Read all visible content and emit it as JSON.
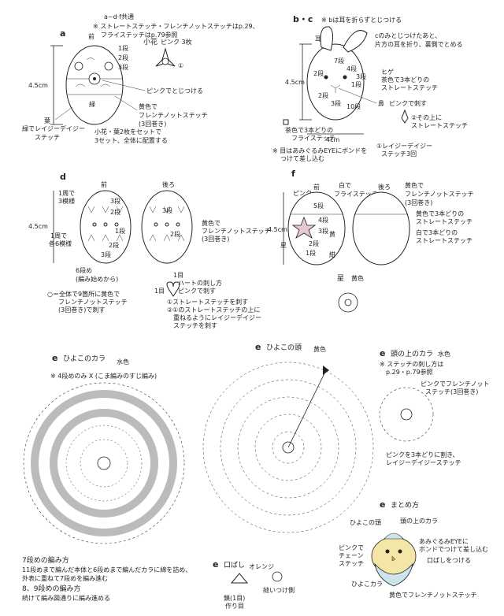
{
  "common": {
    "range": "a~d·f共通",
    "note1": "※ ストレートステッチ・フレンチノットステッチはp.29、",
    "note2": "フライステッチはp.79参照"
  },
  "a": {
    "letter": "a",
    "front": "前",
    "row1": "1段",
    "row2": "2段",
    "row3": "3段",
    "height": "4.5cm",
    "green": "緑",
    "leaf": "葉",
    "lazy": "緑でレイジーデイジー",
    "stitch": "ステッチ",
    "flower_title": "小花",
    "flower_color": "ピンク 3枚",
    "pin": "ピンクでとじつける",
    "french1": "黄色で",
    "french2": "フレンチノットステッチ",
    "french3": "(3回巻き)",
    "set1": "小花・葉2枚をセットで",
    "set2": "3セット、全体に配置する",
    "num1": "①"
  },
  "bc": {
    "letter": "b・c",
    "ear_note": "※ bは耳を折らずとじつける",
    "ear": "耳",
    "note_c1": "cのみとじつけたあと、",
    "note_c2": "片方の耳を折り、裏側でとめる",
    "height": "4.5cm",
    "width": "4cm",
    "row7": "7段",
    "row4": "4段",
    "row3": "3段",
    "row2": "2段",
    "row1": "1段",
    "row2b": "2段",
    "row3b": "3段",
    "row10": "10段",
    "whisker1": "ヒゲ",
    "whisker2": "茶色で3本どりの",
    "whisker3": "ストレートステッチ",
    "nose": "鼻",
    "nose_text": "ピンクで刺す",
    "two1": "②その上に",
    "two2": "ストレートステッチ",
    "one1": "①レイジーデイジー",
    "one2": "ステッチ3回",
    "mouth1": "茶色で3本どりの",
    "mouth2": "フライステッチ",
    "eye1": "※ 目はあみぐるみEYEにボンドを",
    "eye2": "つけて差し込む"
  },
  "d": {
    "letter": "d",
    "front": "前",
    "back": "後ろ",
    "height": "4.5cm",
    "r1a": "1周で",
    "r1b": "3模様",
    "r2a": "1周で",
    "r2b": "各6模様",
    "row3": "3段",
    "row2": "2段",
    "row1": "1段",
    "row3b": "3段",
    "row2b": "2段",
    "row2c": "2段",
    "row3c": "3段",
    "f1": "黄色で",
    "f2": "フレンチノットステッチ",
    "f3": "(3回巻き)",
    "row6": "6段め",
    "row6b": "(編み始めから)",
    "o1": "○＝全体で9箇所に黄色で",
    "o2": "フレンチノットステッチ",
    "o3": "(3回巻き)で刺す",
    "heart1": "ハートの刺し方",
    "heart2": "ピンクで刺す",
    "hr1": "1目",
    "hr2": "1目",
    "s1": "①ストレートステッチを刺す",
    "s2": "②①のストレートステッチの上に",
    "s3": "重ねるようにレイジーデイジー",
    "s4": "ステッチを刺す"
  },
  "f": {
    "letter": "f",
    "front": "前",
    "back": "後ろ",
    "pink": "ピンク",
    "white1": "白で",
    "white2": "フライステッチ",
    "y1": "黄色で",
    "y2": "フレンチノットステッチ",
    "y3": "(3回巻き)",
    "height": "4.5cm",
    "row5": "5段",
    "row4": "4段",
    "row3": "3段",
    "row2": "2段",
    "row1": "1段",
    "ki": "黄",
    "star": "星",
    "navy": "紺",
    "c1": "黄色で3本どりの",
    "c2": "ストレートステッチ",
    "w1": "白で3本どりの",
    "w2": "ストレートステッチ",
    "star_title": "星",
    "star_color": "黄色"
  },
  "collar": {
    "e": "e",
    "title": "ひよこのカラ",
    "color": "水色",
    "note": "※ 4段めのみ X (こま編みのすじ編み)",
    "step7_title": "7段めの編み方",
    "step7_1": "11段めまで編んだ本体と6段めまで編んだカラに綿を詰め、",
    "step7_2": "外表に重ねて7段めを編み進む",
    "step89_title": "8、9段めの編み方",
    "step89_1": "続けて編み図通りに編み進める"
  },
  "head": {
    "e": "e",
    "title": "ひよこの頭",
    "color": "黄色"
  },
  "topcollar": {
    "e": "e",
    "title": "頭の上のカラ",
    "color": "水色",
    "note1": "※ ステッチの刺し方は",
    "note2": "p.29・p.79参照",
    "p1": "ピンクでフレンチノット",
    "p2": "ステッチ(3回巻き)",
    "l1": "ピンクを3本どりに割き、",
    "l2": "レイジーデイジーステッチ"
  },
  "beak": {
    "e": "e",
    "title": "口ばし",
    "color": "オレンジ",
    "chain1": "鎖(1目)",
    "chain2": "作り目",
    "sew": "縫いつけ側"
  },
  "assembly": {
    "e": "e",
    "title": "まとめ方",
    "head": "ひよこの頭",
    "topcollar": "頭の上のカラ",
    "eye1": "あみぐるみEYEに",
    "eye2": "ボンドでつけて差し込む",
    "chain1": "ピンクで",
    "chain2": "チェーン",
    "chain3": "ステッチ",
    "beak": "口ばしをつける",
    "collar": "ひよこカラ",
    "french": "黄色でフレンチノットステッチ"
  }
}
